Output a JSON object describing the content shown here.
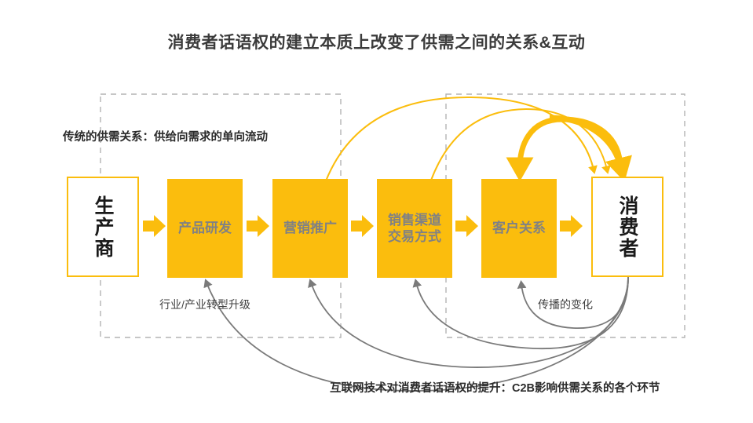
{
  "page": {
    "title": "消费者话语权的建立本质上改变了供需之间的关系&互动",
    "background": "#ffffff"
  },
  "colors": {
    "accent_yellow": "#FBBD0D",
    "box_text_gray": "#808184",
    "dark_text": "#2b2b2b",
    "dashed_gray": "#b3b3b3",
    "curve_gray": "#7a7a7a"
  },
  "annotations": {
    "traditional_flow": "传统的供需关系：供给向需求的单向流动",
    "industry_upgrade": "行业/产业转型升级",
    "communication_change": "传播的变化",
    "internet_impact": "互联网技术对消费者话语权的提升：C2B影响供需关系的各个环节"
  },
  "flow": {
    "nodes": [
      {
        "id": "producer",
        "label": "生产商",
        "style": "outline",
        "orientation": "vertical"
      },
      {
        "id": "rnd",
        "label": "产品研发",
        "style": "filled",
        "orientation": "horizontal"
      },
      {
        "id": "marketing",
        "label": "营销推广",
        "style": "filled",
        "orientation": "horizontal"
      },
      {
        "id": "channel",
        "label": "销售渠道\n交易方式",
        "style": "filled",
        "orientation": "horizontal"
      },
      {
        "id": "crm",
        "label": "客户关系",
        "style": "filled",
        "orientation": "horizontal"
      },
      {
        "id": "consumer",
        "label": "消费者",
        "style": "outline",
        "orientation": "vertical"
      }
    ],
    "node_labels": {
      "producer": "生产商",
      "rnd": "产品研发",
      "marketing": "营销推广",
      "channel_line1": "销售渠道",
      "channel_line2": "交易方式",
      "crm": "客户关系",
      "consumer": "消费者"
    },
    "connector_icon": "right-arrow-icon",
    "connector_count": 5
  },
  "groups": {
    "supply_group_name": "supply-side-dashed-group",
    "demand_group_name": "demand-side-dashed-group"
  }
}
